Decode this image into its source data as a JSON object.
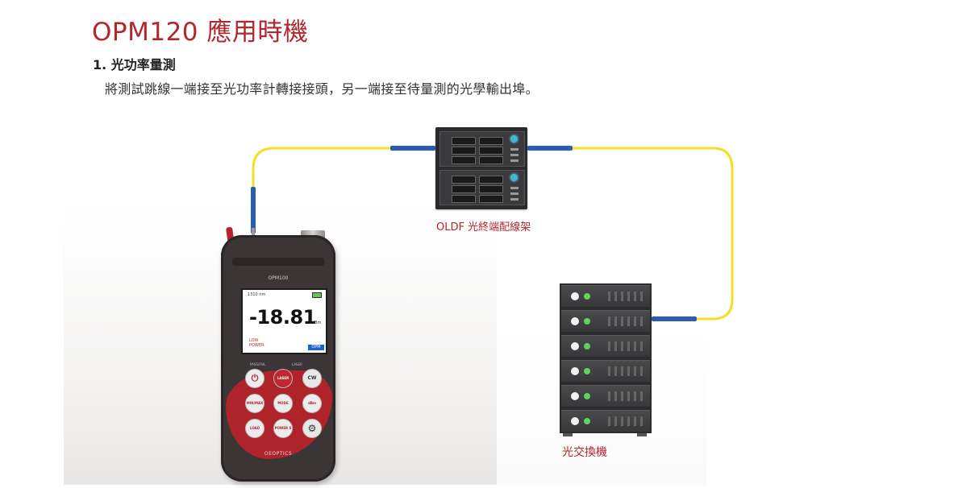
{
  "page": {
    "title": "OPM120 應用時機",
    "section_heading": "1. 光功率量測",
    "section_description": "將測試跳線一端接至光功率計轉接接頭，另一端接至待量測的光學輸出埠。"
  },
  "devices": {
    "odf_label": "OLDF 光終端配線架",
    "switch_label": "光交換機"
  },
  "meter": {
    "model": "OPM100",
    "wavelength": "1310 nm",
    "reading": "-18.81",
    "unit": "dBm",
    "status": "LOW POWER",
    "mode_badge": "OPM",
    "brand": "OEOPTICS",
    "labels": {
      "pass_fail": "PASS/FAIL",
      "laser": "LASER"
    },
    "keys": {
      "power": "⏻",
      "laser": "LASER",
      "cw": "CW",
      "minmax": "MIN/MAX",
      "mode": "MODE",
      "dbm": "dBm",
      "load": "LOAD",
      "power_s": "POWER S",
      "settings": "⚙"
    }
  },
  "colors": {
    "accent": "#b3262e",
    "cable": "#f5dd2a",
    "connector": "#2a5db0"
  }
}
